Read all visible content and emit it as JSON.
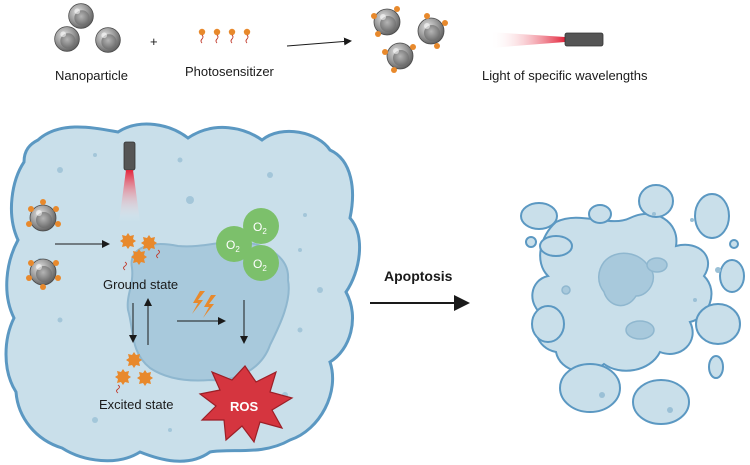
{
  "labels": {
    "nanoparticle": "Nanoparticle",
    "plus": "+",
    "photosensitizer": "Photosensitizer",
    "light": "Light of specific wavelengths",
    "ground_state": "Ground state",
    "excited_state": "Excited state",
    "apoptosis": "Apoptosis",
    "ros": "ROS",
    "oxygen": "O",
    "oxygen_subscript": "2"
  },
  "colors": {
    "cell_fill": "#c9dfea",
    "cell_stroke": "#5b98c2",
    "nucleus_fill": "#a8c9dc",
    "nanoparticle": "#8a8a8a",
    "photosensitizer": "#e8892c",
    "laser_beam": "#e3243b",
    "oxygen": "#7cc06b",
    "ros_burst": "#d5353f",
    "lightning": "#e8892c",
    "arrow": "#1a1a1a"
  },
  "icons": [
    "nanoparticle-icon",
    "photosensitizer-icon",
    "loaded-nanoparticle-icon",
    "laser-pointer-icon",
    "lightning-icon",
    "oxygen-molecule-icon",
    "ros-burst-icon",
    "apoptotic-cell-icon"
  ]
}
